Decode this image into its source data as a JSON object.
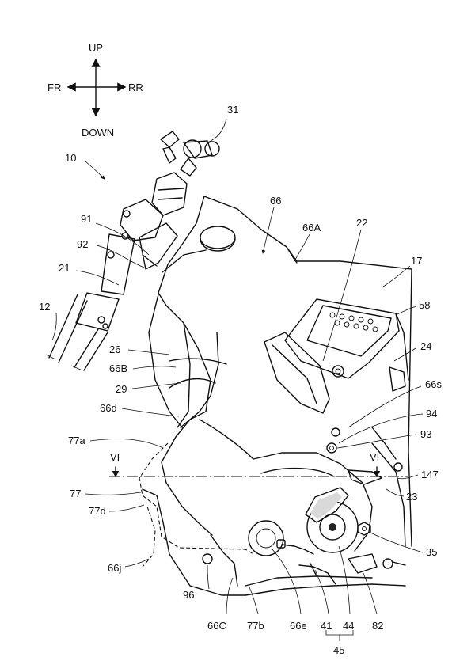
{
  "orientation": {
    "up": "UP",
    "down": "DOWN",
    "front": "FR",
    "rear": "RR"
  },
  "section_marks": {
    "left": "VI",
    "right": "VI"
  },
  "labels": {
    "l10": "10",
    "l31": "31",
    "l66": "66",
    "l66A": "66A",
    "l22": "22",
    "l91": "91",
    "l92": "92",
    "l17": "17",
    "l21": "21",
    "l58": "58",
    "l12": "12",
    "l26": "26",
    "l24": "24",
    "l66B": "66B",
    "l29": "29",
    "l66s": "66s",
    "l66d": "66d",
    "l94": "94",
    "l77a": "77a",
    "l93": "93",
    "l147": "147",
    "l77": "77",
    "l23": "23",
    "l77d": "77d",
    "l35": "35",
    "l66j": "66j",
    "l96": "96",
    "l66C": "66C",
    "l77b": "77b",
    "l66e": "66e",
    "l41": "41",
    "l44": "44",
    "l82": "82",
    "l45": "45"
  },
  "colors": {
    "line": "#111111",
    "shading": "#d9d9d9",
    "background": "#ffffff"
  }
}
